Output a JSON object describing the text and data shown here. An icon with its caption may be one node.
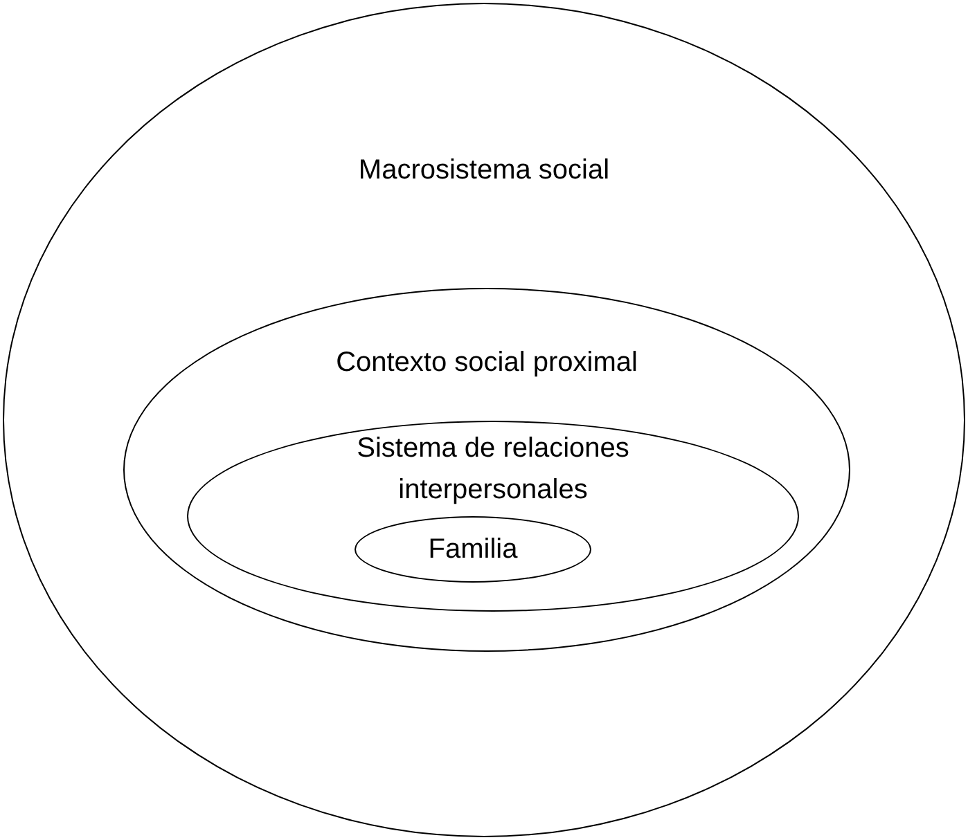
{
  "diagram": {
    "nodes": [
      {
        "text": [
          "Macrosistema social"
        ]
      },
      {
        "text": [
          "Contexto social proximal"
        ],
        "in": 0
      },
      {
        "text": [
          "Sistema de relaciones interpersonales"
        ],
        "in": 1
      },
      {
        "text": [
          "Familia"
        ],
        "in": 2
      }
    ]
  }
}
